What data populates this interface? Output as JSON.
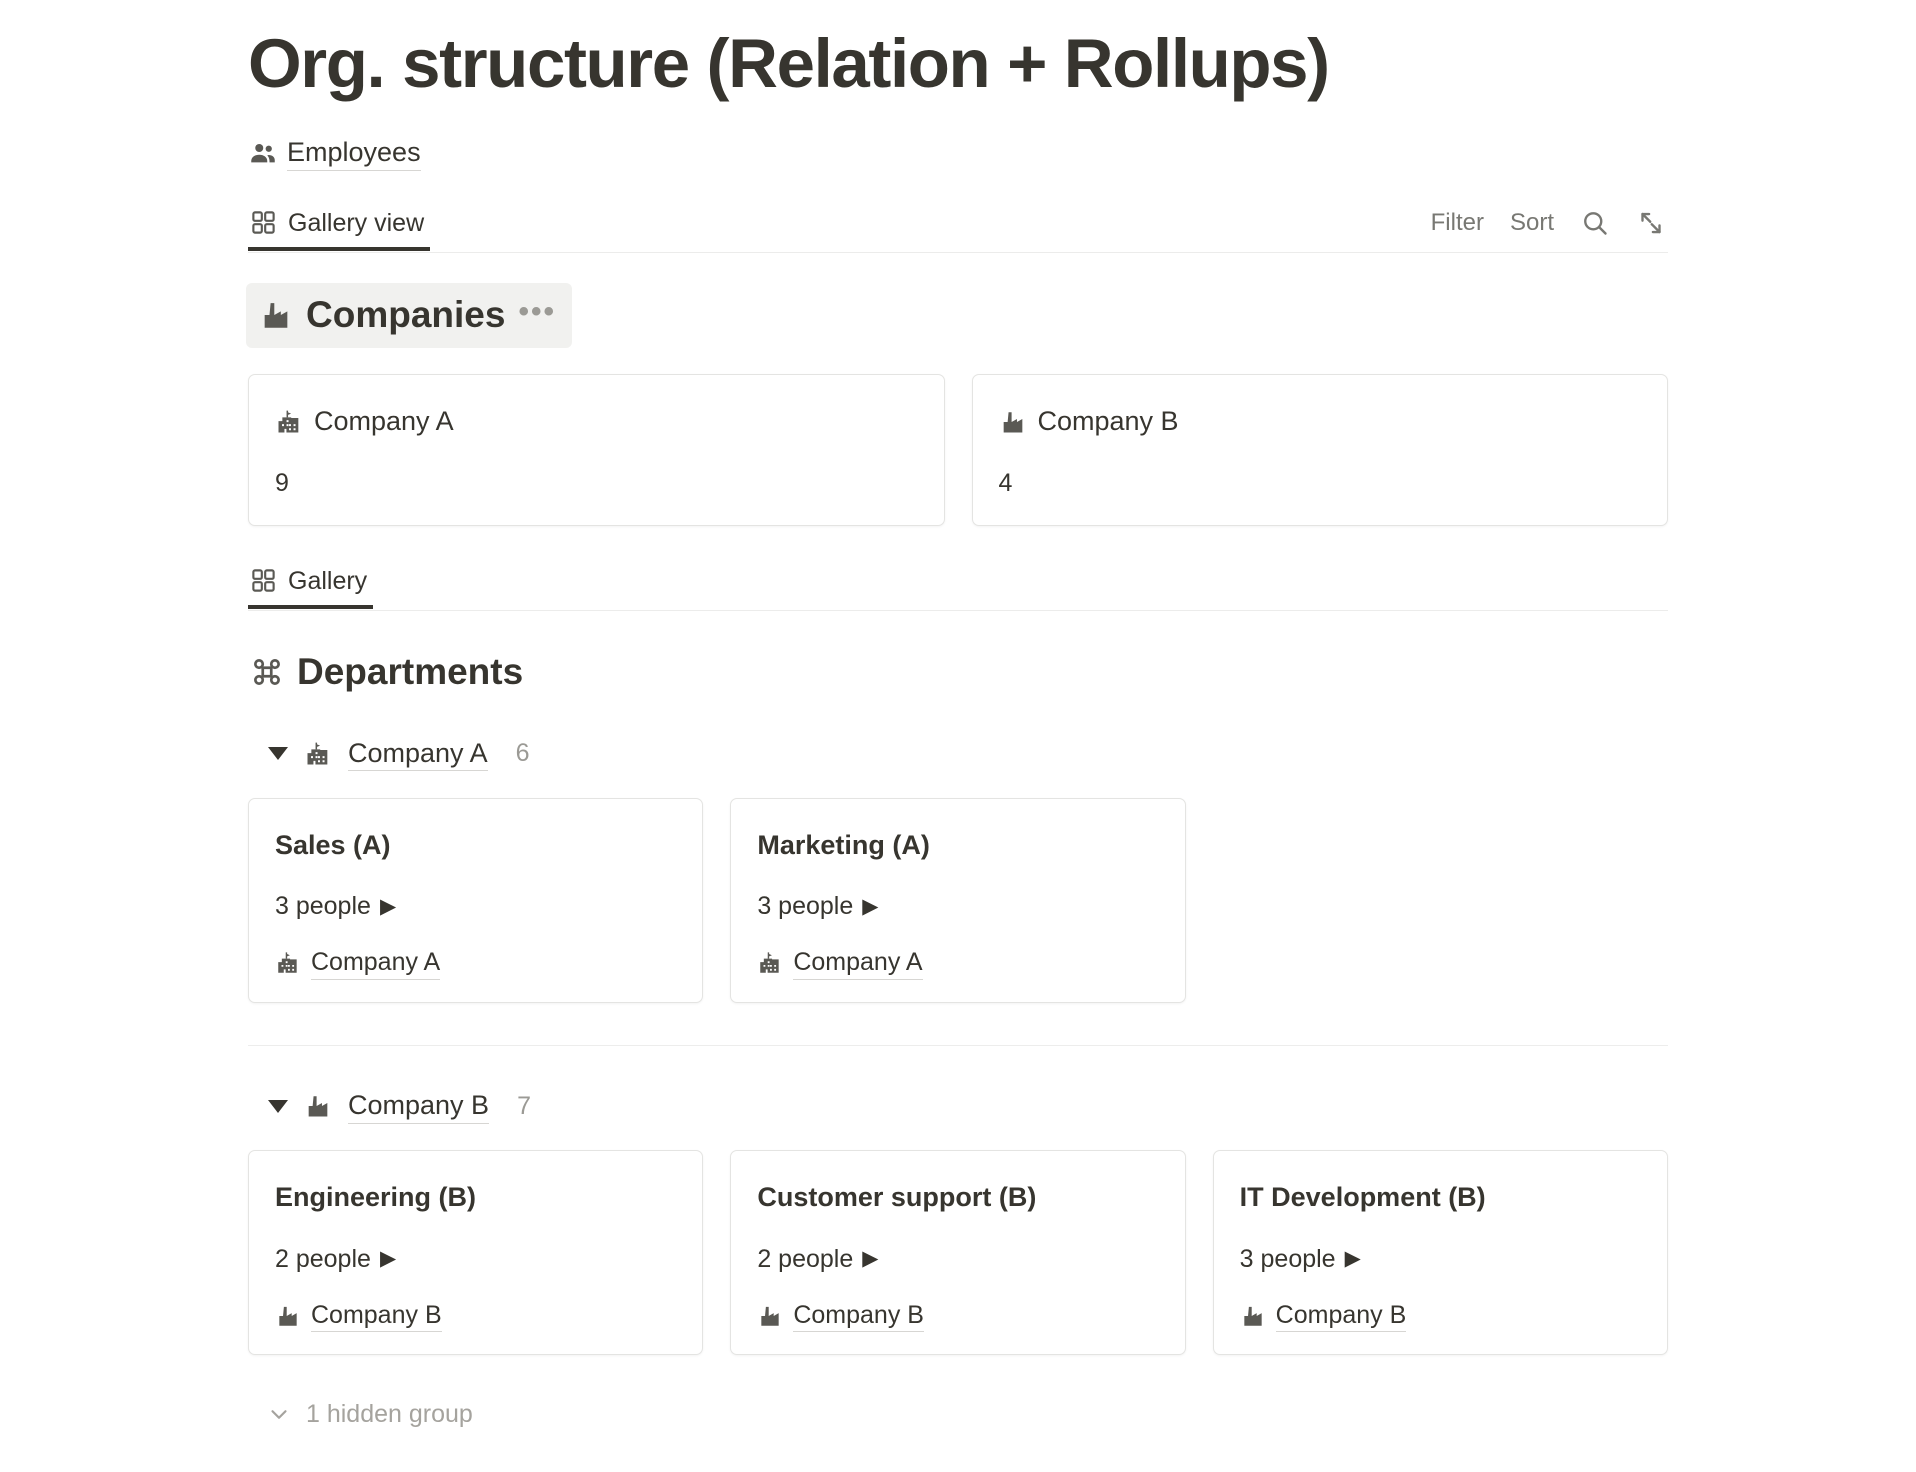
{
  "page": {
    "title": "Org. structure (Relation + Rollups)",
    "source": {
      "label": "Employees",
      "icon": "people-icon"
    }
  },
  "toolbar": {
    "view_tab": {
      "label": "Gallery view",
      "icon": "gallery-grid-icon",
      "active": true
    },
    "filter_label": "Filter",
    "sort_label": "Sort",
    "search_icon": "search-icon",
    "expand_icon": "expand-diagonal-icon"
  },
  "companies_section": {
    "title": "Companies",
    "icon": "factory-icon",
    "menu": "•••",
    "cards": [
      {
        "name": "Company A",
        "icon": "school-building-icon",
        "value": "9"
      },
      {
        "name": "Company B",
        "icon": "factory-icon",
        "value": "4"
      }
    ]
  },
  "departments_view": {
    "tab": {
      "label": "Gallery",
      "icon": "gallery-grid-icon",
      "active": true
    },
    "title": "Departments",
    "icon": "command-icon"
  },
  "groups": [
    {
      "caret": "expanded",
      "name": "Company A",
      "icon": "school-building-icon",
      "count": "6",
      "cards": [
        {
          "title": "Sales (A)",
          "rollup": "3 people",
          "rollup_arrow": "▶",
          "relation": "Company A",
          "relation_icon": "school-building-icon"
        },
        {
          "title": "Marketing (A)",
          "rollup": "3 people",
          "rollup_arrow": "▶",
          "relation": "Company A",
          "relation_icon": "school-building-icon"
        }
      ]
    },
    {
      "caret": "expanded",
      "name": "Company B",
      "icon": "factory-icon",
      "count": "7",
      "cards": [
        {
          "title": "Engineering (B)",
          "rollup": "2 people",
          "rollup_arrow": "▶",
          "relation": "Company B",
          "relation_icon": "factory-icon"
        },
        {
          "title": "Customer support (B)",
          "rollup": "2 people",
          "rollup_arrow": "▶",
          "relation": "Company B",
          "relation_icon": "factory-icon"
        },
        {
          "title": "IT Development (B)",
          "rollup": "3 people",
          "rollup_arrow": "▶",
          "relation": "Company B",
          "relation_icon": "factory-icon"
        }
      ]
    }
  ],
  "footer": {
    "hidden_group_label": "1 hidden group",
    "chevron_icon": "chevron-down-icon"
  },
  "colors": {
    "text": "#37352f",
    "muted": "#787873",
    "faint": "#9b9a95",
    "border": "#e4e4e2",
    "highlight_bg": "#f1f1ef"
  }
}
